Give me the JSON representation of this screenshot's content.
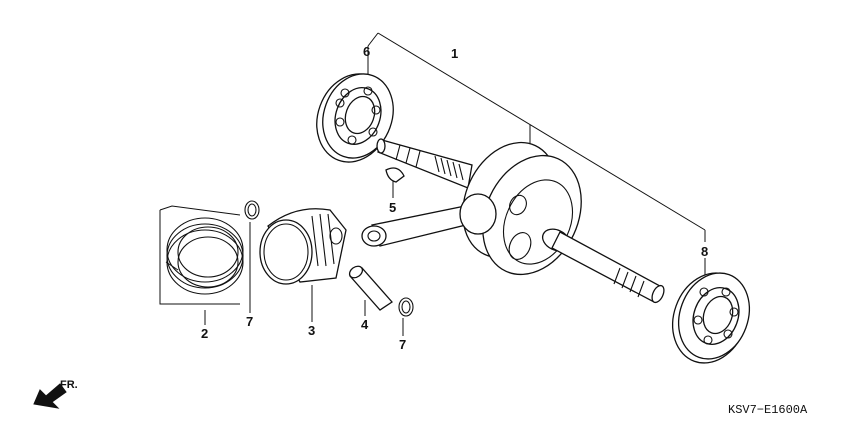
{
  "diagram": {
    "code": "KSV7−E1600A",
    "front_label": "FR.",
    "callouts": {
      "crankshaft": "1",
      "piston_rings": "2",
      "piston": "3",
      "piston_pin": "4",
      "woodruff_key": "5",
      "left_bearing": "6",
      "clip_left": "7",
      "clip_right": "7",
      "right_bearing": "8"
    }
  }
}
